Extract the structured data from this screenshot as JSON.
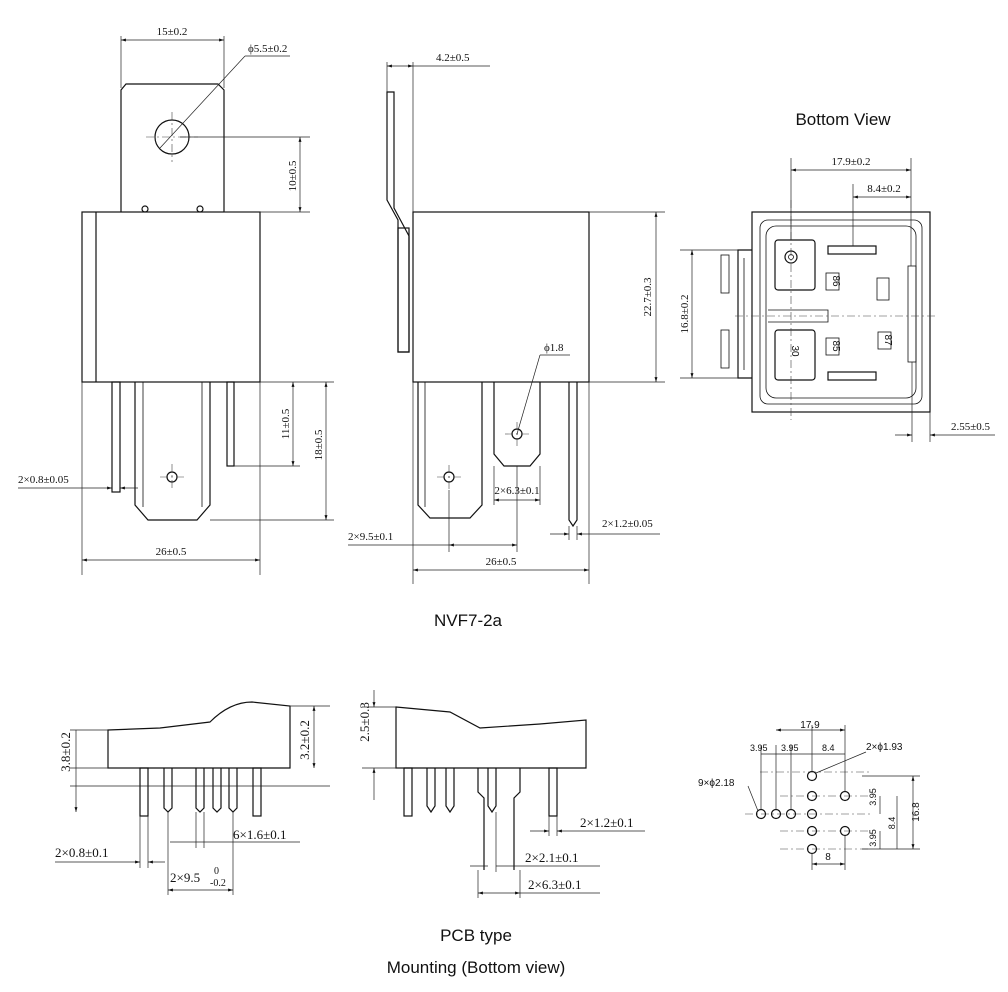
{
  "titles": {
    "bottom_view": "Bottom View",
    "model": "NVF7-2a",
    "pcb_type": "PCB type",
    "mounting": "Mounting (Bottom view)"
  },
  "front_view": {
    "tab_width": "15±0.2",
    "hole_dia": "ϕ5.5±0.2",
    "tab_height": "10±0.5",
    "pin_width": "2×0.8±0.05",
    "terminal_len": "11±0.5",
    "pin_len": "18±0.5",
    "body_width": "26±0.5"
  },
  "side_view": {
    "tab_offset": "4.2±0.5",
    "body_height": "22.7±0.3",
    "hole_small": "ϕ1.8",
    "terminal_width": "2×6.3±0.1",
    "terminal_pitch": "2×9.5±0.1",
    "pin_thick": "2×1.2±0.05",
    "body_width": "26±0.5"
  },
  "bottom_view": {
    "span": "17.9±0.2",
    "offset": "8.4±0.2",
    "height": "16.8±0.2",
    "edge": "2.55±0.5",
    "pins": [
      "86",
      "85",
      "87",
      "30"
    ]
  },
  "pcb_front": {
    "height": "3.8±0.2",
    "height_right": "3.2±0.2",
    "pin_width": "6×1.6±0.1",
    "pin_thick": "2×0.8±0.1",
    "pitch": "2×9.5",
    "tol_upper": "0",
    "tol_lower": "-0.2"
  },
  "pcb_side": {
    "height": "2.5±0.3",
    "pin_a": "2×1.2±0.1",
    "pin_b": "2×2.1±0.1",
    "pin_c": "2×6.3±0.1"
  },
  "mounting": {
    "span": "17.9",
    "d1": "3.95",
    "d2": "3.95",
    "d3": "8.4",
    "hole_large": "2×ϕ1.93",
    "hole_small": "9×ϕ2.18",
    "v1": "3.95",
    "v2": "3.95",
    "v3": "8.4",
    "height": "16.8",
    "bottom": "8"
  }
}
